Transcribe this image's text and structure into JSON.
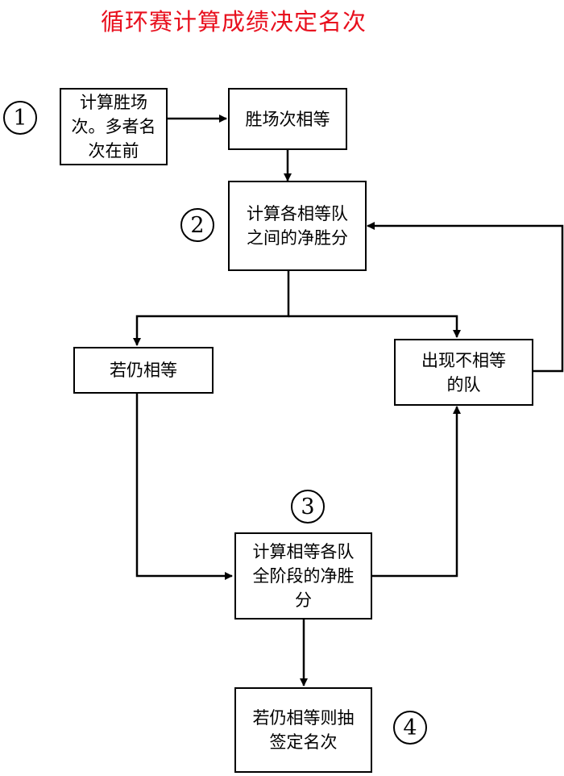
{
  "title": "循环赛计算成绩决定名次",
  "markers": {
    "m1": "1",
    "m2": "2",
    "m3": "3",
    "m4": "4"
  },
  "boxes": {
    "count_wins": "计算胜场次。多者名次在前",
    "wins_equal": "胜场次相等",
    "net_points_between": "计算各相等队之间的净胜分",
    "still_equal": "若仍相等",
    "unequal_found": "出现不相等的队",
    "net_points_all": "计算相等各队全阶段的净胜分",
    "draw_lots": "若仍相等则抽签定名次"
  }
}
